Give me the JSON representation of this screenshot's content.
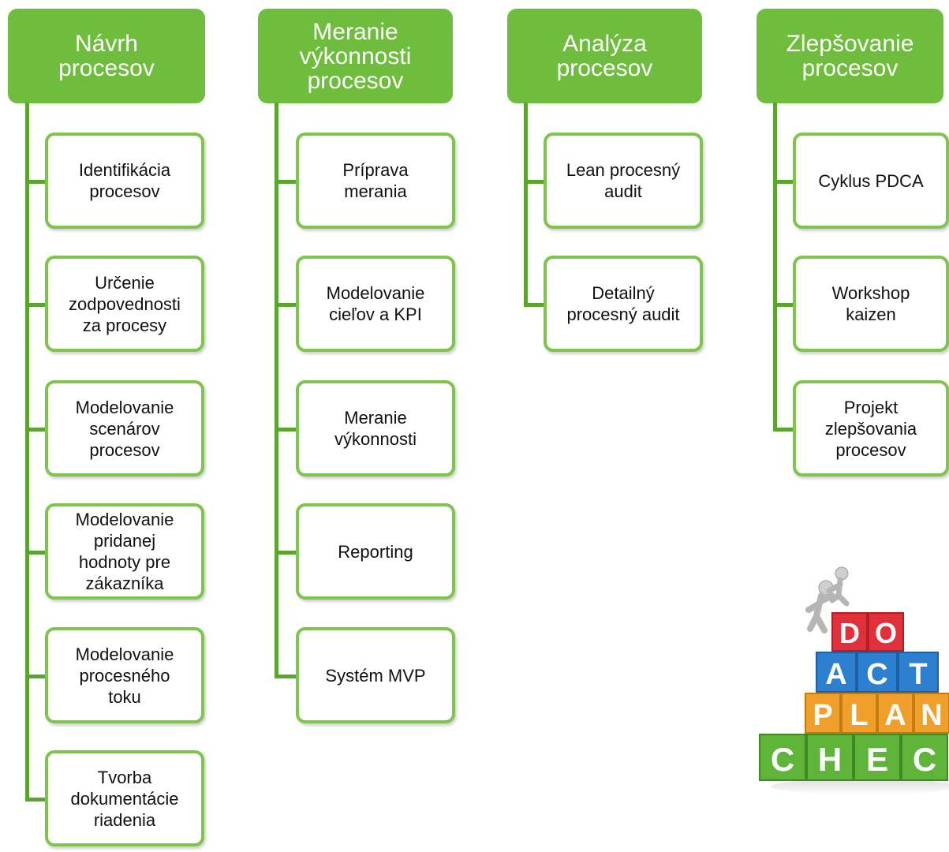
{
  "accent_color": "#6ebd3c",
  "columns": [
    {
      "header": "Návrh\nprocesov",
      "items": [
        "Identifikácia\nprocesov",
        "Určenie\nzodpovednosti\nza procesy",
        "Modelovanie\nscenárov\nprocesov",
        "Modelovanie\npridanej\nhodnoty pre\nzákazníka",
        "Modelovanie\nprocesného\ntoku",
        "Tvorba\ndokumentácie\nriadenia"
      ]
    },
    {
      "header": "Meranie\nvýkonnosti\nprocesov",
      "items": [
        "Príprava\nmerania",
        "Modelovanie\ncieľov a KPI",
        "Meranie\nvýkonnosti",
        "Reporting",
        "Systém MVP"
      ]
    },
    {
      "header": "Analýza\nprocesov",
      "items": [
        "Lean procesný\naudit",
        "Detailný\nprocesný audit"
      ]
    },
    {
      "header": "Zlepšovanie\nprocesov",
      "items": [
        "Cyklus PDCA",
        "Workshop\nkaizen",
        "Projekt\nzlepšovania\nprocesov"
      ]
    }
  ],
  "illustration": {
    "icon": "pdca-blocks-illustration",
    "blocks_rows": [
      [
        "D",
        "O"
      ],
      [
        "A",
        "C",
        "T"
      ],
      [
        "P",
        "L",
        "A",
        "N"
      ],
      [
        "C",
        "H",
        "E",
        "C"
      ]
    ],
    "row_colors": [
      "#e0303a",
      "#2d7fd0",
      "#f0a02a",
      "#5fb43a"
    ]
  }
}
